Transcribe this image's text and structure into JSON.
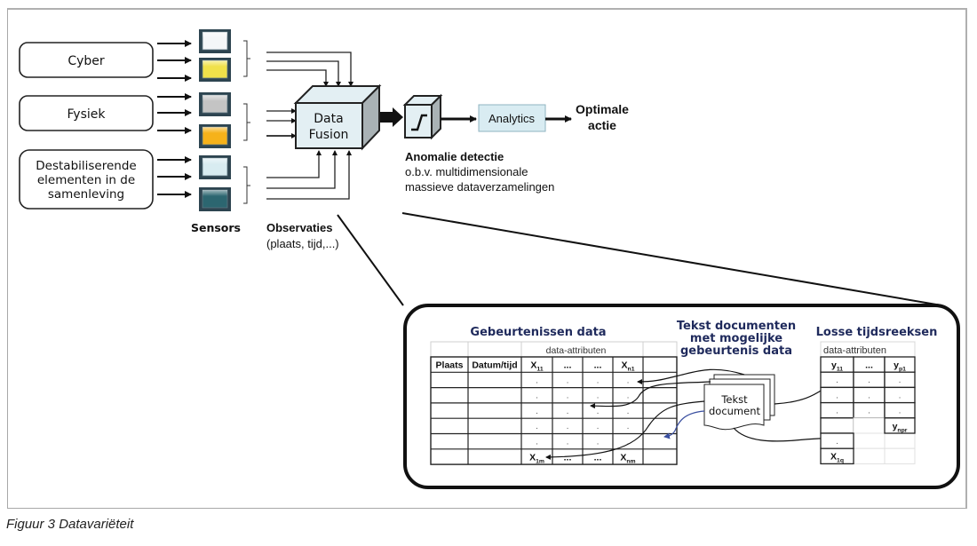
{
  "sources": [
    {
      "label_lines": [
        "Cyber"
      ]
    },
    {
      "label_lines": [
        "Fysiek"
      ]
    },
    {
      "label_lines": [
        "Destabiliserende",
        "elementen in de",
        "samenleving"
      ]
    }
  ],
  "sensors": {
    "label": "Sensors",
    "colors": [
      "#f4f6f8",
      "#f0e14a",
      "#c4c4c4",
      "#f6b21a",
      "#d8ecf1",
      "#2c6670"
    ]
  },
  "observations": {
    "title": "Observaties",
    "subtitle": "(plaats, tijd,...)"
  },
  "fusion": {
    "label_lines": [
      "Data",
      "Fusion"
    ]
  },
  "anomaly": {
    "title": "Anomalie detectie",
    "lines": [
      "o.b.v. multidimensionale",
      "massieve dataverzamelingen"
    ]
  },
  "analytics": {
    "label": "Analytics"
  },
  "action": {
    "label_lines": [
      "Optimale",
      "actie"
    ]
  },
  "events_table": {
    "title": "Gebeurtenissen data",
    "group_header": "data-attributen",
    "headers": [
      "Plaats",
      "Datum/tijd",
      "X11",
      "...",
      "...",
      "Xn1",
      ""
    ],
    "first_row_cells": [
      ".",
      ".",
      ".",
      "."
    ],
    "last_row": [
      "",
      "",
      "X1m",
      "...",
      "...",
      "Xnm",
      ""
    ]
  },
  "text_docs": {
    "title_lines": [
      "Tekst documenten",
      "met mogelijke",
      "gebeurtenis data"
    ],
    "doc_lines": [
      "Tekst",
      "document"
    ]
  },
  "timeseries_table": {
    "title": "Losse tijdsreeksen",
    "group_header": "data-attributen",
    "headers": [
      "y11",
      "...",
      "yp1"
    ],
    "end_cell": "ynpr",
    "last_cell": "X1q"
  },
  "colors": {
    "box_fill": "#e3eff3",
    "navy_text": "#1f2a5c",
    "blue_arrow": "#3a4fa0"
  },
  "caption": "Figuur 3 Datavariëteit"
}
